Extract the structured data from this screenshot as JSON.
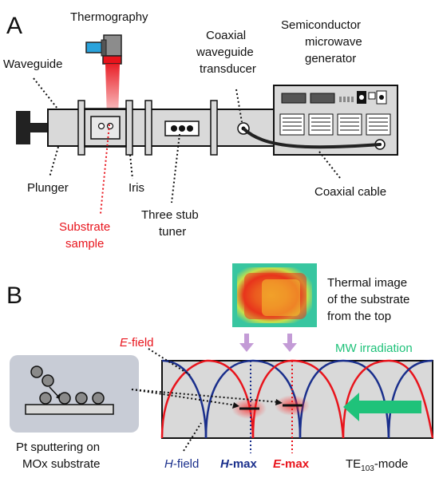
{
  "colors": {
    "red": "#e8141c",
    "navy": "#1a2f8c",
    "green": "#1fc27a",
    "lavender": "#c39bd6",
    "panel_gray": "#d9d9d9",
    "box_gray": "#c8ccd6",
    "blue_fill": "#2aa3dc"
  },
  "panel_a": {
    "letter": "A",
    "thermography": "Thermography",
    "waveguide": "Waveguide",
    "coaxial_transducer": [
      "Coaxial",
      "waveguide",
      "transducer"
    ],
    "generator": [
      "Semiconductor",
      "microwave",
      "generator"
    ],
    "plunger": "Plunger",
    "iris": "Iris",
    "coaxial_cable": "Coaxial cable",
    "substrate_sample": [
      "Substrate",
      "sample"
    ],
    "three_stub_tuner": [
      "Three stub",
      "tuner"
    ]
  },
  "panel_b": {
    "letter": "B",
    "thermal_image": [
      "Thermal image",
      "of the substrate",
      "from the top"
    ],
    "e_field": {
      "italic": "E",
      "rest": "-field"
    },
    "h_field": {
      "italic": "H",
      "rest": "-field"
    },
    "h_max": {
      "italic": "H",
      "rest": "-max"
    },
    "e_max": {
      "italic": "E",
      "rest": "-max"
    },
    "mw_irradiation": "MW irradiation",
    "pt_sputtering": [
      "Pt sputtering on",
      "MOx substrate"
    ],
    "te_mode": {
      "prefix": "TE",
      "sub": "103",
      "suffix": "-mode"
    }
  }
}
